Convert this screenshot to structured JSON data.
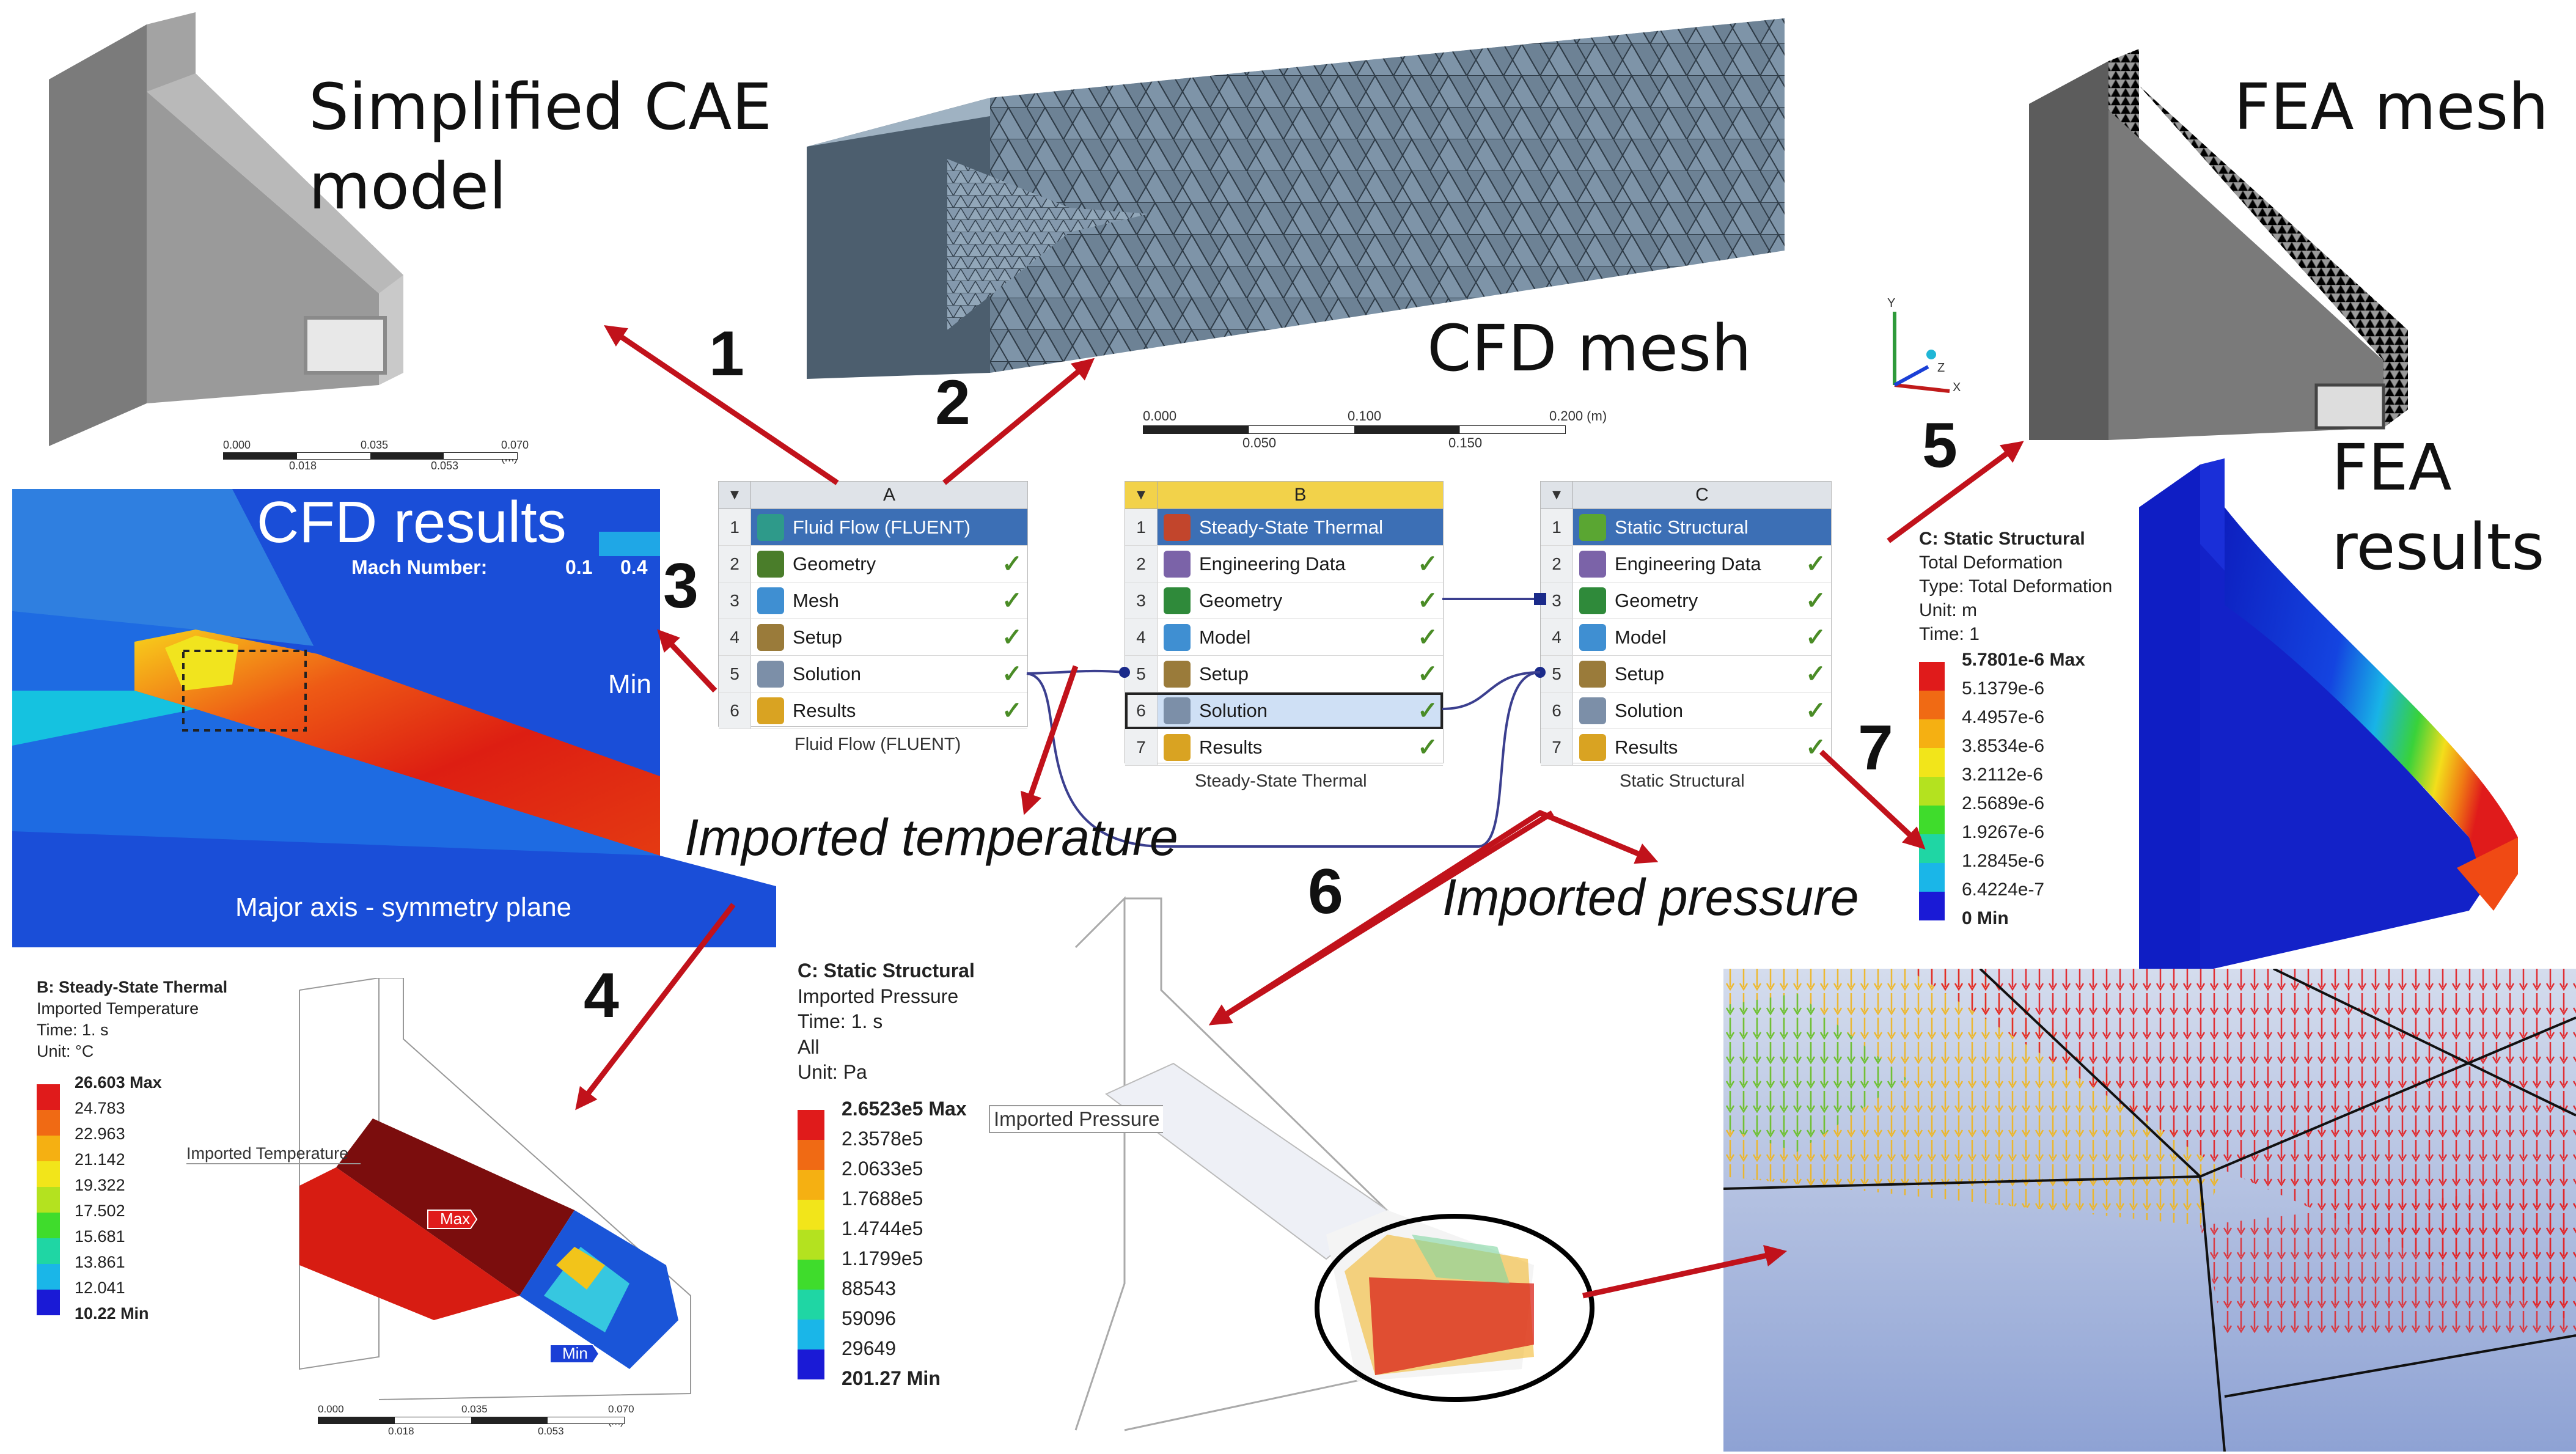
{
  "labels": {
    "cae_model": [
      "Simplified  CAE",
      "model"
    ],
    "cfd_mesh": "CFD mesh",
    "fea_mesh": "FEA mesh",
    "fea_results": [
      "FEA",
      "results"
    ],
    "cfd_results": "CFD results",
    "imported_temperature": "Imported temperature",
    "imported_pressure": "Imported pressure"
  },
  "steps": [
    "1",
    "2",
    "3",
    "4",
    "5",
    "6",
    "7"
  ],
  "scalebars": {
    "top_left": {
      "ticks_top": [
        "0.000",
        "0.035",
        "0.070 (m)"
      ],
      "ticks_bottom": [
        "0.018",
        "0.053"
      ]
    },
    "top_center": {
      "ticks_top": [
        "0.000",
        "0.100",
        "0.200 (m)"
      ],
      "ticks_bottom": [
        "0.050",
        "0.150"
      ]
    },
    "bottom_left": {
      "ticks_top": [
        "0.000",
        "0.035",
        "0.070 (m)"
      ],
      "ticks_bottom": [
        "0.018",
        "0.053"
      ]
    }
  },
  "cfd_results": {
    "variable_label": "Mach Number:",
    "values": [
      "0.1",
      "0.4"
    ],
    "min_label": "Min",
    "caption": "Major axis - symmetry plane"
  },
  "workbench": {
    "A": {
      "column": "A",
      "footer": "Fluid Flow (FLUENT)",
      "rows": [
        {
          "n": "1",
          "label": "Fluid Flow (FLUENT)",
          "check": false,
          "header": true,
          "selected": false,
          "icon_color": "#2e9a8a",
          "icon": "fluent-icon"
        },
        {
          "n": "2",
          "label": "Geometry",
          "check": true,
          "header": false,
          "selected": false,
          "icon_color": "#4a7d2a",
          "icon": "geometry-dm-icon"
        },
        {
          "n": "3",
          "label": "Mesh",
          "check": true,
          "header": false,
          "selected": false,
          "icon_color": "#3f8fd2",
          "icon": "mesh-icon"
        },
        {
          "n": "4",
          "label": "Setup",
          "check": true,
          "header": false,
          "selected": false,
          "icon_color": "#9a7b3a",
          "icon": "setup-icon"
        },
        {
          "n": "5",
          "label": "Solution",
          "check": true,
          "header": false,
          "selected": false,
          "icon_color": "#7c8fa8",
          "icon": "solution-icon"
        },
        {
          "n": "6",
          "label": "Results",
          "check": true,
          "header": false,
          "selected": false,
          "icon_color": "#d9a322",
          "icon": "results-icon"
        }
      ]
    },
    "B": {
      "column": "B",
      "footer": "Steady-State Thermal",
      "rows": [
        {
          "n": "1",
          "label": "Steady-State Thermal",
          "check": false,
          "header": true,
          "selected": false,
          "icon_color": "#c2452c",
          "icon": "thermal-icon"
        },
        {
          "n": "2",
          "label": "Engineering Data",
          "check": true,
          "header": false,
          "selected": false,
          "icon_color": "#7b63a8",
          "icon": "engineering-data-icon"
        },
        {
          "n": "3",
          "label": "Geometry",
          "check": true,
          "header": false,
          "selected": false,
          "icon_color": "#2f8a3a",
          "icon": "geometry-icon"
        },
        {
          "n": "4",
          "label": "Model",
          "check": true,
          "header": false,
          "selected": false,
          "icon_color": "#3f8fd2",
          "icon": "model-icon"
        },
        {
          "n": "5",
          "label": "Setup",
          "check": true,
          "header": false,
          "selected": false,
          "icon_color": "#9a7b3a",
          "icon": "setup-icon"
        },
        {
          "n": "6",
          "label": "Solution",
          "check": true,
          "header": false,
          "selected": true,
          "icon_color": "#7c8fa8",
          "icon": "solution-icon"
        },
        {
          "n": "7",
          "label": "Results",
          "check": true,
          "header": false,
          "selected": false,
          "icon_color": "#d9a322",
          "icon": "results-icon"
        }
      ]
    },
    "C": {
      "column": "C",
      "footer": "Static Structural",
      "rows": [
        {
          "n": "1",
          "label": "Static Structural",
          "check": false,
          "header": true,
          "selected": false,
          "icon_color": "#5aa632",
          "icon": "structural-icon"
        },
        {
          "n": "2",
          "label": "Engineering Data",
          "check": true,
          "header": false,
          "selected": false,
          "icon_color": "#7b63a8",
          "icon": "engineering-data-icon"
        },
        {
          "n": "3",
          "label": "Geometry",
          "check": true,
          "header": false,
          "selected": false,
          "icon_color": "#2f8a3a",
          "icon": "geometry-icon"
        },
        {
          "n": "4",
          "label": "Model",
          "check": true,
          "header": false,
          "selected": false,
          "icon_color": "#3f8fd2",
          "icon": "model-icon"
        },
        {
          "n": "5",
          "label": "Setup",
          "check": true,
          "header": false,
          "selected": false,
          "icon_color": "#9a7b3a",
          "icon": "setup-icon"
        },
        {
          "n": "6",
          "label": "Solution",
          "check": true,
          "header": false,
          "selected": false,
          "icon_color": "#7c8fa8",
          "icon": "solution-icon"
        },
        {
          "n": "7",
          "label": "Results",
          "check": true,
          "header": false,
          "selected": false,
          "icon_color": "#d9a322",
          "icon": "results-icon"
        }
      ]
    }
  },
  "check_mark": "✓",
  "legend_fea": {
    "title": "C: Static Structural",
    "lines": [
      "Total Deformation",
      "Type: Total Deformation",
      "Unit: m",
      "Time: 1"
    ],
    "values": [
      "5.7801e-6 Max",
      "5.1379e-6",
      "4.4957e-6",
      "3.8534e-6",
      "3.2112e-6",
      "2.5689e-6",
      "1.9267e-6",
      "1.2845e-6",
      "6.4224e-7",
      "0 Min"
    ]
  },
  "legend_thermal": {
    "title": "B: Steady-State Thermal",
    "lines": [
      "Imported Temperature",
      "Time: 1. s",
      "Unit: °C"
    ],
    "values": [
      "26.603 Max",
      "24.783",
      "22.963",
      "21.142",
      "19.322",
      "17.502",
      "15.681",
      "13.861",
      "12.041",
      "10.22 Min"
    ],
    "callout": "Imported Temperature",
    "max_tag": "Max",
    "min_tag": "Min"
  },
  "legend_pressure": {
    "title": "C: Static Structural",
    "lines": [
      "Imported Pressure",
      "Time: 1. s",
      "All",
      "Unit: Pa"
    ],
    "values": [
      "2.6523e5 Max",
      "2.3578e5",
      "2.0633e5",
      "1.7688e5",
      "1.4744e5",
      "1.1799e5",
      "88543",
      "59096",
      "29649",
      "201.27 Min"
    ],
    "callout": "Imported Pressure"
  },
  "colors": {
    "arrow": "#c1121b",
    "wb_header": "#3c6fb5",
    "ramp": [
      "#e01b1b",
      "#f06a14",
      "#f5b012",
      "#f2e51a",
      "#b4e21f",
      "#3fdc2c",
      "#1fd6a4",
      "#1ab6e8",
      "#1d6fe6",
      "#1a1ad6"
    ]
  }
}
